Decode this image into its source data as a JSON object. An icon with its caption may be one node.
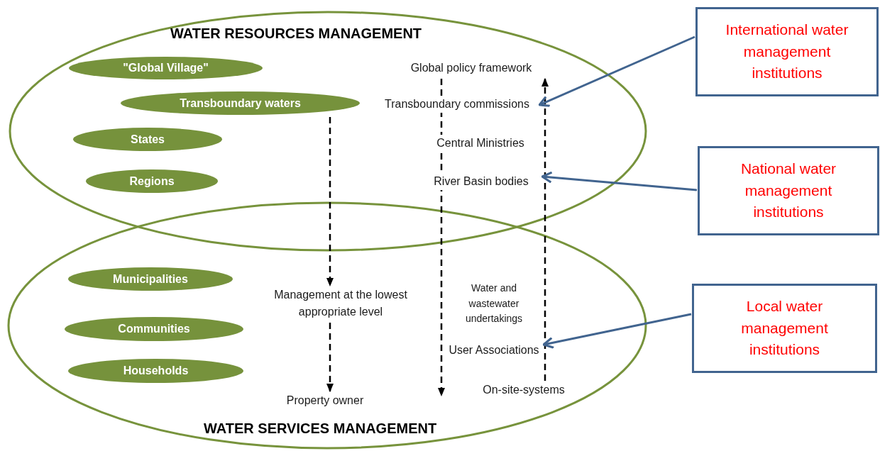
{
  "diagram": {
    "nodes": [
      {
        "text": [
          "WATER RESOURCES MANAGEMENT"
        ]
      },
      {
        "text": [
          "WATER SERVICES MANAGEMENT"
        ]
      },
      {
        "text": [
          "\"Global Village\""
        ],
        "in": 0
      },
      {
        "text": [
          "Transboundary waters"
        ],
        "in": 0
      },
      {
        "text": [
          "States"
        ],
        "in": 0
      },
      {
        "text": [
          "Regions"
        ],
        "in": 0
      },
      {
        "text": [
          "Municipalities"
        ],
        "in": 1
      },
      {
        "text": [
          "Communities"
        ],
        "in": 1
      },
      {
        "text": [
          "Households"
        ],
        "in": 1
      },
      {
        "text": [
          "Global policy framework"
        ],
        "in": 0
      },
      {
        "text": [
          "Transboundary commissions"
        ],
        "in": 0
      },
      {
        "text": [
          "Central Ministries"
        ],
        "in": 0
      },
      {
        "text": [
          "River Basin bodies"
        ],
        "in": 0
      },
      {
        "text": [
          "Management at the lowest appropriate level"
        ],
        "in": 1
      },
      {
        "text": [
          "Property owner"
        ],
        "in": 1
      },
      {
        "text": [
          "Water and wastewater undertakings"
        ],
        "in": 1
      },
      {
        "text": [
          "User Associations"
        ],
        "in": 1
      },
      {
        "text": [
          "On-site-systems"
        ],
        "in": 1
      },
      {
        "text": [
          "International water management institutions"
        ]
      },
      {
        "text": [
          "National water management institutions"
        ]
      },
      {
        "text": [
          "Local water management institutions"
        ]
      }
    ],
    "edges": [
      {
        "from": 3,
        "to": 13,
        "arrow": "to",
        "style": "dashed"
      },
      {
        "from": 13,
        "to": 14,
        "arrow": "to",
        "style": "dashed"
      },
      {
        "from": 9,
        "to": null,
        "arrow": "to",
        "style": "dashed"
      },
      {
        "from": 17,
        "to": 9,
        "arrow": "to",
        "style": "dashed"
      },
      {
        "from": 18,
        "to": 10,
        "arrow": "to",
        "color": "#41648f"
      },
      {
        "from": 19,
        "to": 12,
        "arrow": "to",
        "color": "#41648f"
      },
      {
        "from": 20,
        "to": 16,
        "arrow": "to",
        "color": "#41648f"
      }
    ]
  }
}
